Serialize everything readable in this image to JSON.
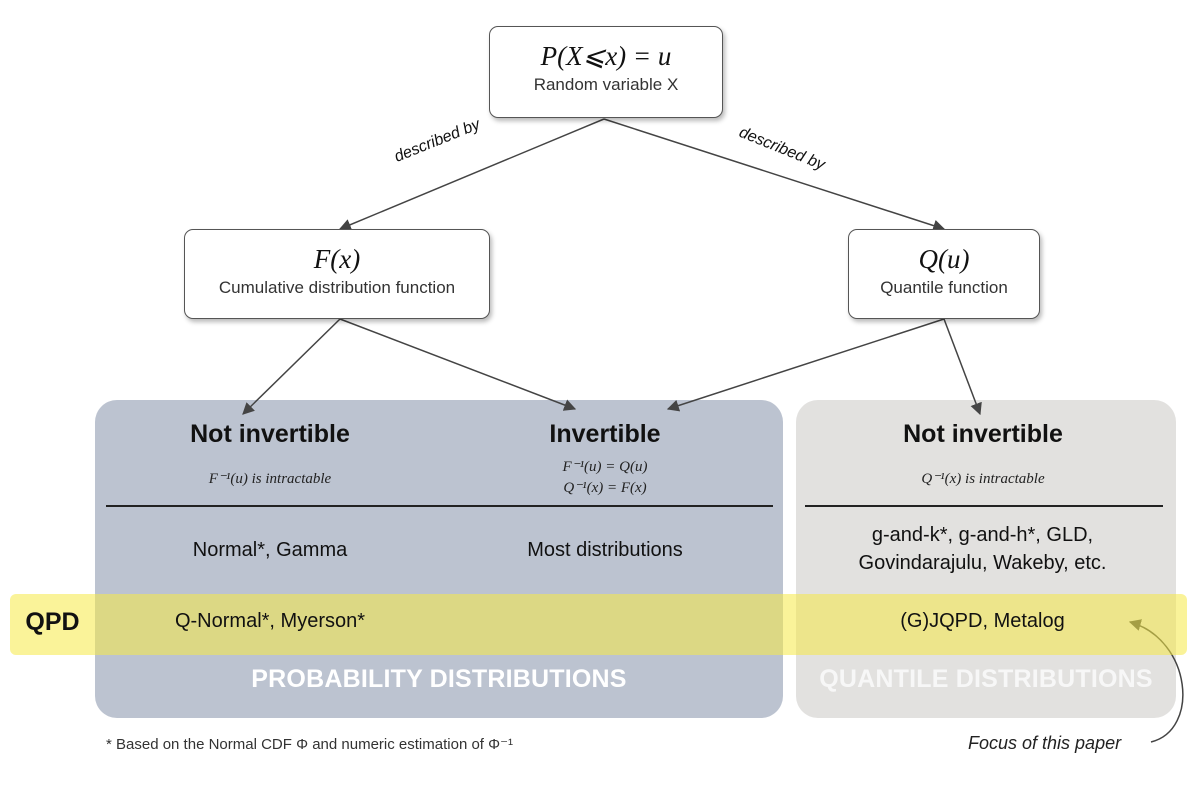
{
  "top_node": {
    "formula": "P(X⩽x) = u",
    "label": "Random variable X"
  },
  "edge_left_label": "described by",
  "edge_right_label": "described by",
  "left_node": {
    "formula": "F(x)",
    "label": "Cumulative distribution function"
  },
  "right_node": {
    "formula": "Q(u)",
    "label": "Quantile function"
  },
  "columns": {
    "prob_not_invertible": {
      "heading": "Not invertible",
      "condition": "F⁻¹(u) is intractable",
      "examples": "Normal*, Gamma",
      "qpd": "Q-Normal*, Myerson*"
    },
    "prob_invertible": {
      "heading": "Invertible",
      "condition_line1": "F⁻¹(u) = Q(u)",
      "condition_line2": "Q⁻¹(x) = F(x)",
      "examples": "Most distributions"
    },
    "quant_not_invertible": {
      "heading": "Not invertible",
      "condition": "Q⁻¹(x) is intractable",
      "examples_line1": "g-and-k*, g-and-h*, GLD,",
      "examples_line2": "Govindarajulu, Wakeby, etc.",
      "qpd": "(G)JQPD, Metalog"
    }
  },
  "band_label": "QPD",
  "panel_captions": {
    "probability": "PROBABILITY DISTRIBUTIONS",
    "quantile": "QUANTILE DISTRIBUTIONS"
  },
  "footnote": "* Based on the Normal CDF Φ and numeric estimation of Φ⁻¹",
  "focus_note": "Focus of this paper",
  "colors": {
    "prob_panel": "#bcc3d0",
    "quant_panel": "#e2e1df",
    "band": "#f6ea46"
  }
}
